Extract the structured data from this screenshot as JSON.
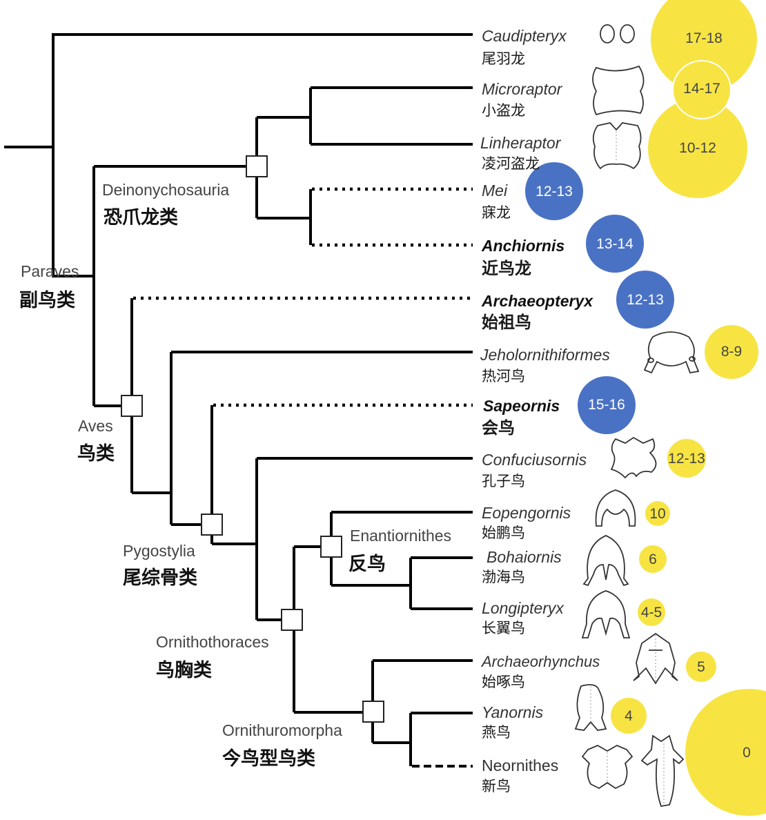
{
  "colors": {
    "yellow": "#f7e443",
    "blue": "#4a72c4",
    "line": "#000000"
  },
  "taxa": [
    {
      "en": "Caudipteryx",
      "zh": "尾羽龙",
      "badge": "17-18",
      "badge_color": "yellow"
    },
    {
      "en": "Microraptor",
      "zh": "小盗龙",
      "badge": "14-17",
      "badge_color": "yellow"
    },
    {
      "en": "Linheraptor",
      "zh": "凌河盗龙",
      "badge": "10-12",
      "badge_color": "yellow"
    },
    {
      "en": "Mei",
      "zh": "寐龙",
      "badge": "12-13",
      "badge_color": "blue"
    },
    {
      "en": "Anchiornis",
      "zh": "近鸟龙",
      "badge": "13-14",
      "badge_color": "blue"
    },
    {
      "en": "Archaeopteryx",
      "zh": "始祖鸟",
      "badge": "12-13",
      "badge_color": "blue"
    },
    {
      "en": "Jeholornithiformes",
      "zh": "热河鸟",
      "badge": "8-9",
      "badge_color": "yellow"
    },
    {
      "en": "Sapeornis",
      "zh": "会鸟",
      "badge": "15-16",
      "badge_color": "blue"
    },
    {
      "en": "Confuciusornis",
      "zh": "孔子鸟",
      "badge": "12-13",
      "badge_color": "yellow"
    },
    {
      "en": "Eopengornis",
      "zh": "始鹏鸟",
      "badge": "10",
      "badge_color": "yellow"
    },
    {
      "en": "Bohaiornis",
      "zh": "渤海鸟",
      "badge": "6",
      "badge_color": "yellow"
    },
    {
      "en": "Longipteryx",
      "zh": "长翼鸟",
      "badge": "4-5",
      "badge_color": "yellow"
    },
    {
      "en": "Archaeorhynchus",
      "zh": "始啄鸟",
      "badge": "5",
      "badge_color": "yellow"
    },
    {
      "en": "Yanornis",
      "zh": "燕鸟",
      "badge": "4",
      "badge_color": "yellow"
    },
    {
      "en": "Neornithes",
      "zh": "新鸟",
      "badge": "0",
      "badge_color": "yellow"
    }
  ],
  "clades": [
    {
      "en": "Paraves",
      "zh": "副鸟类"
    },
    {
      "en": "Deinonychosauria",
      "zh": "恐爪龙类"
    },
    {
      "en": "Aves",
      "zh": "鸟类"
    },
    {
      "en": "Pygostylia",
      "zh": "尾综骨类"
    },
    {
      "en": "Enantiornithes",
      "zh": "反鸟"
    },
    {
      "en": "Ornithothoraces",
      "zh": "鸟胸类"
    },
    {
      "en": "Ornithuromorpha",
      "zh": "今鸟型鸟类"
    }
  ],
  "icons": [
    "paired-oval-sternum-icon",
    "microraptor-sternum-icon",
    "linheraptor-sternum-icon",
    "jeholornithiform-sternum-icon",
    "confuciusornis-sternum-icon",
    "eopengornis-sternum-icon",
    "bohaiornis-sternum-icon",
    "longipteryx-sternum-icon",
    "archaeorhynchus-sternum-icon",
    "yanornis-sternum-icon",
    "neornithes-sternum-icon",
    "neornithes-keeled-sternum-icon"
  ]
}
